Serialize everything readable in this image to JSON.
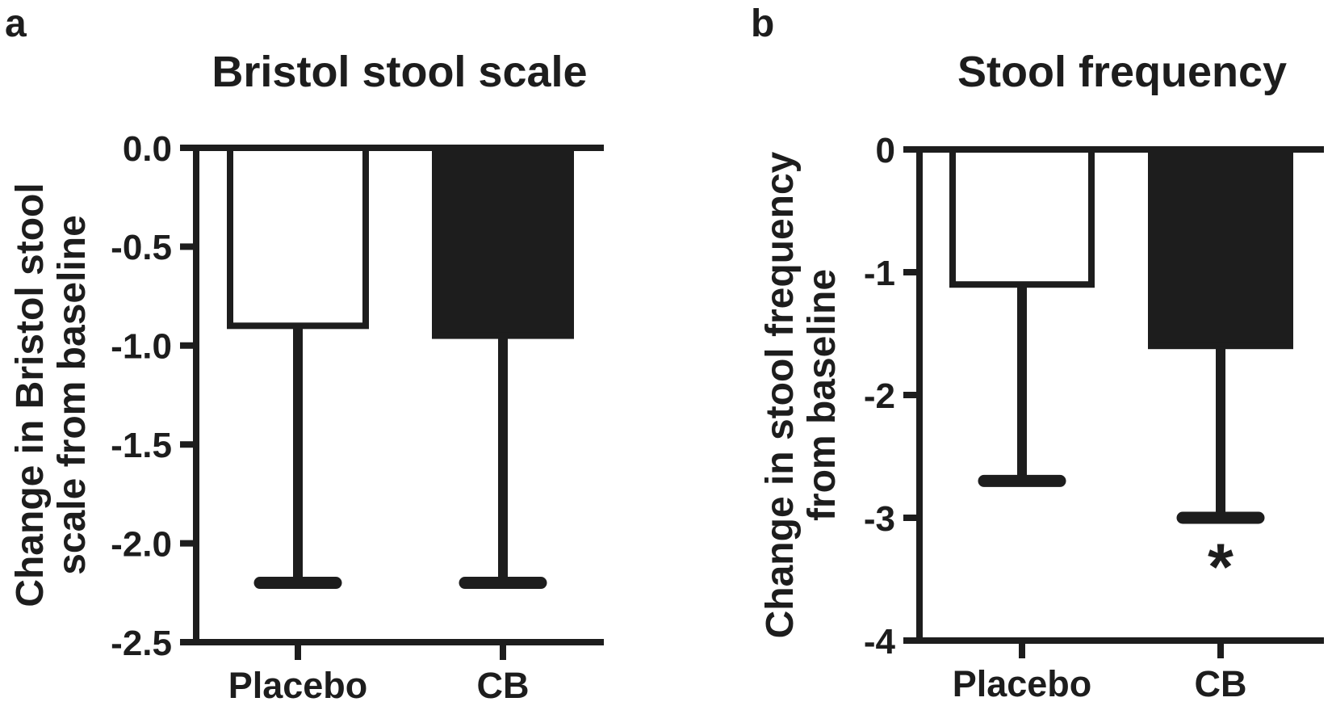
{
  "figure": {
    "background_color": "#ffffff",
    "ink_color": "#1d1d1d"
  },
  "chart_data": [
    {
      "type": "bar",
      "panel_letter": "a",
      "title": "Bristol stool scale",
      "ylabel": "Change in Bristol stool scale from baseline",
      "ylabel_line1": "Change in Bristol stool",
      "ylabel_line2": "scale from baseline",
      "xlabel": "",
      "categories": [
        "Placebo",
        "CB"
      ],
      "values": [
        -0.9,
        -0.95
      ],
      "error_whisker_to": [
        -2.2,
        -2.2
      ],
      "bar_fills": [
        "#ffffff",
        "#1d1d1d"
      ],
      "ylim": [
        -2.5,
        0
      ],
      "ytick_values": [
        0,
        -0.5,
        -1,
        -1.5,
        -2,
        -2.5
      ],
      "ytick_labels": [
        "0.0",
        "-0.5",
        "-1.0",
        "-1.5",
        "-2.0",
        "-2.5"
      ],
      "grid": false,
      "legend": "none",
      "annotations": []
    },
    {
      "type": "bar",
      "panel_letter": "b",
      "title": "Stool frequency",
      "ylabel": "Change in stool frequency from baseline",
      "ylabel_line1": "Change in stool frequency",
      "ylabel_line2": "from baseline",
      "xlabel": "",
      "categories": [
        "Placebo",
        "CB"
      ],
      "values": [
        -1.1,
        -1.6
      ],
      "error_whisker_to": [
        -2.7,
        -3.0
      ],
      "bar_fills": [
        "#ffffff",
        "#1d1d1d"
      ],
      "ylim": [
        -4,
        0
      ],
      "ytick_values": [
        0,
        -1,
        -2,
        -3,
        -4
      ],
      "ytick_labels": [
        "0",
        "-1",
        "-2",
        "-3",
        "-4"
      ],
      "grid": false,
      "legend": "none",
      "annotations": [
        {
          "text": "*",
          "category": "CB",
          "y_value": -3.3
        }
      ]
    }
  ]
}
